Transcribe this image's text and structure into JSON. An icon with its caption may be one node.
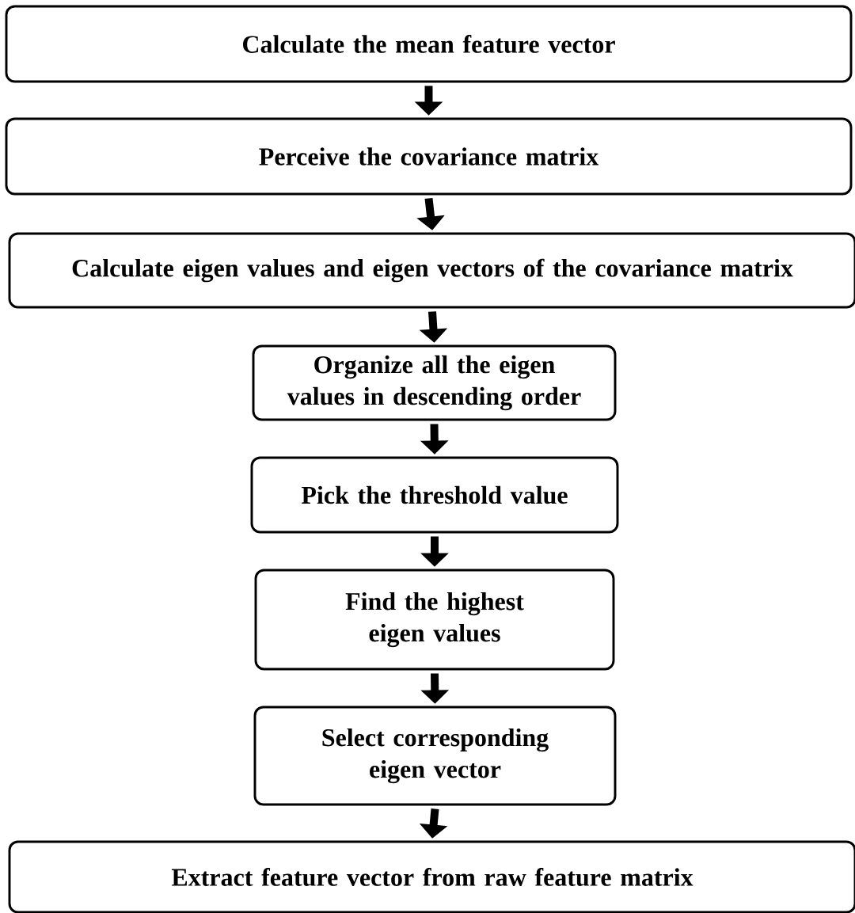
{
  "diagram": {
    "nodes": [
      {
        "text": [
          "Calculate the mean feature vector"
        ]
      },
      {
        "text": [
          "Perceive the covariance matrix"
        ]
      },
      {
        "text": [
          "Calculate eigen values and eigen vectors of the covariance matrix"
        ]
      },
      {
        "text": [
          "Organize all the eigen values in descending order"
        ]
      },
      {
        "text": [
          "Pick the threshold value"
        ]
      },
      {
        "text": [
          "Find the highest eigen values"
        ]
      },
      {
        "text": [
          "Select corresponding eigen vector"
        ]
      },
      {
        "text": [
          "Extract feature vector from raw feature matrix"
        ]
      }
    ],
    "edges": [
      {
        "from": 0,
        "to": 1,
        "arrow": "to"
      },
      {
        "from": 1,
        "to": 2,
        "arrow": "to"
      },
      {
        "from": 2,
        "to": 3,
        "arrow": "to"
      },
      {
        "from": 3,
        "to": 4,
        "arrow": "to"
      },
      {
        "from": 4,
        "to": 5,
        "arrow": "to"
      },
      {
        "from": 5,
        "to": 6,
        "arrow": "to"
      },
      {
        "from": 6,
        "to": 7,
        "arrow": "to"
      }
    ]
  }
}
